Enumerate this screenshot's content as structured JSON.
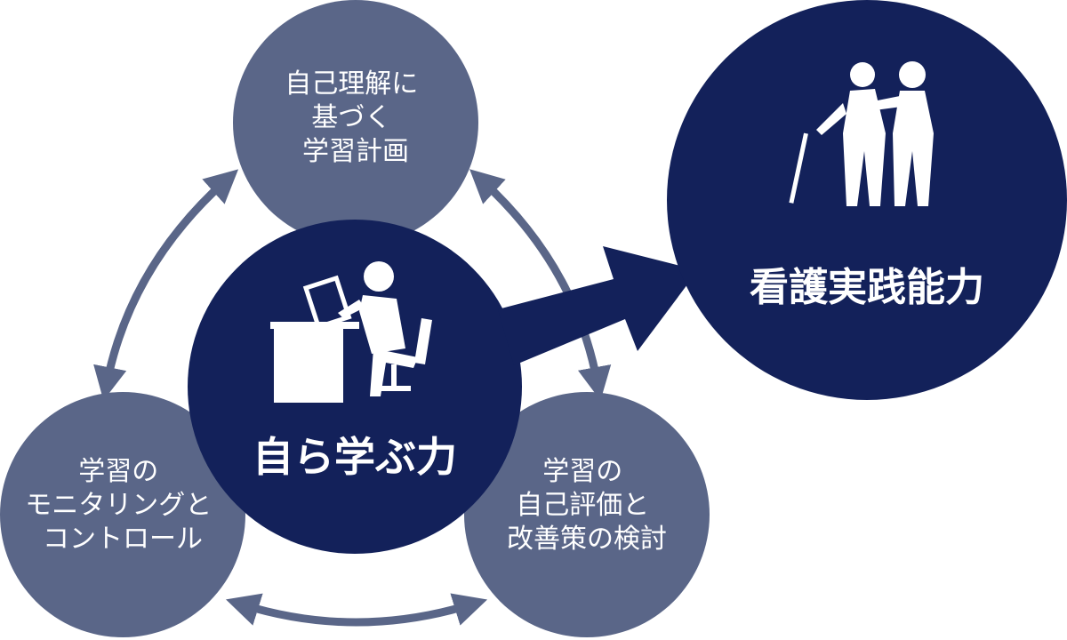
{
  "colors": {
    "outer_node": "#5a6688",
    "center_node": "#13215a",
    "goal_node": "#13215a",
    "cycle_arrow": "#5a6688",
    "main_arrow": "#13215a"
  },
  "nodes": {
    "plan": {
      "lines": [
        "自己理解に",
        "基づく",
        "学習計画"
      ]
    },
    "monitor": {
      "lines": [
        "学習の",
        "モニタリングと",
        "コントロール"
      ]
    },
    "evaluate": {
      "lines": [
        "学習の",
        "自己評価と",
        "改善策の検討"
      ]
    },
    "center": {
      "label": "自ら学ぶ力",
      "icon": "person-studying-at-desk-icon"
    },
    "goal": {
      "label": "看護実践能力",
      "icon": "caregiver-assisting-elderly-icon"
    }
  }
}
